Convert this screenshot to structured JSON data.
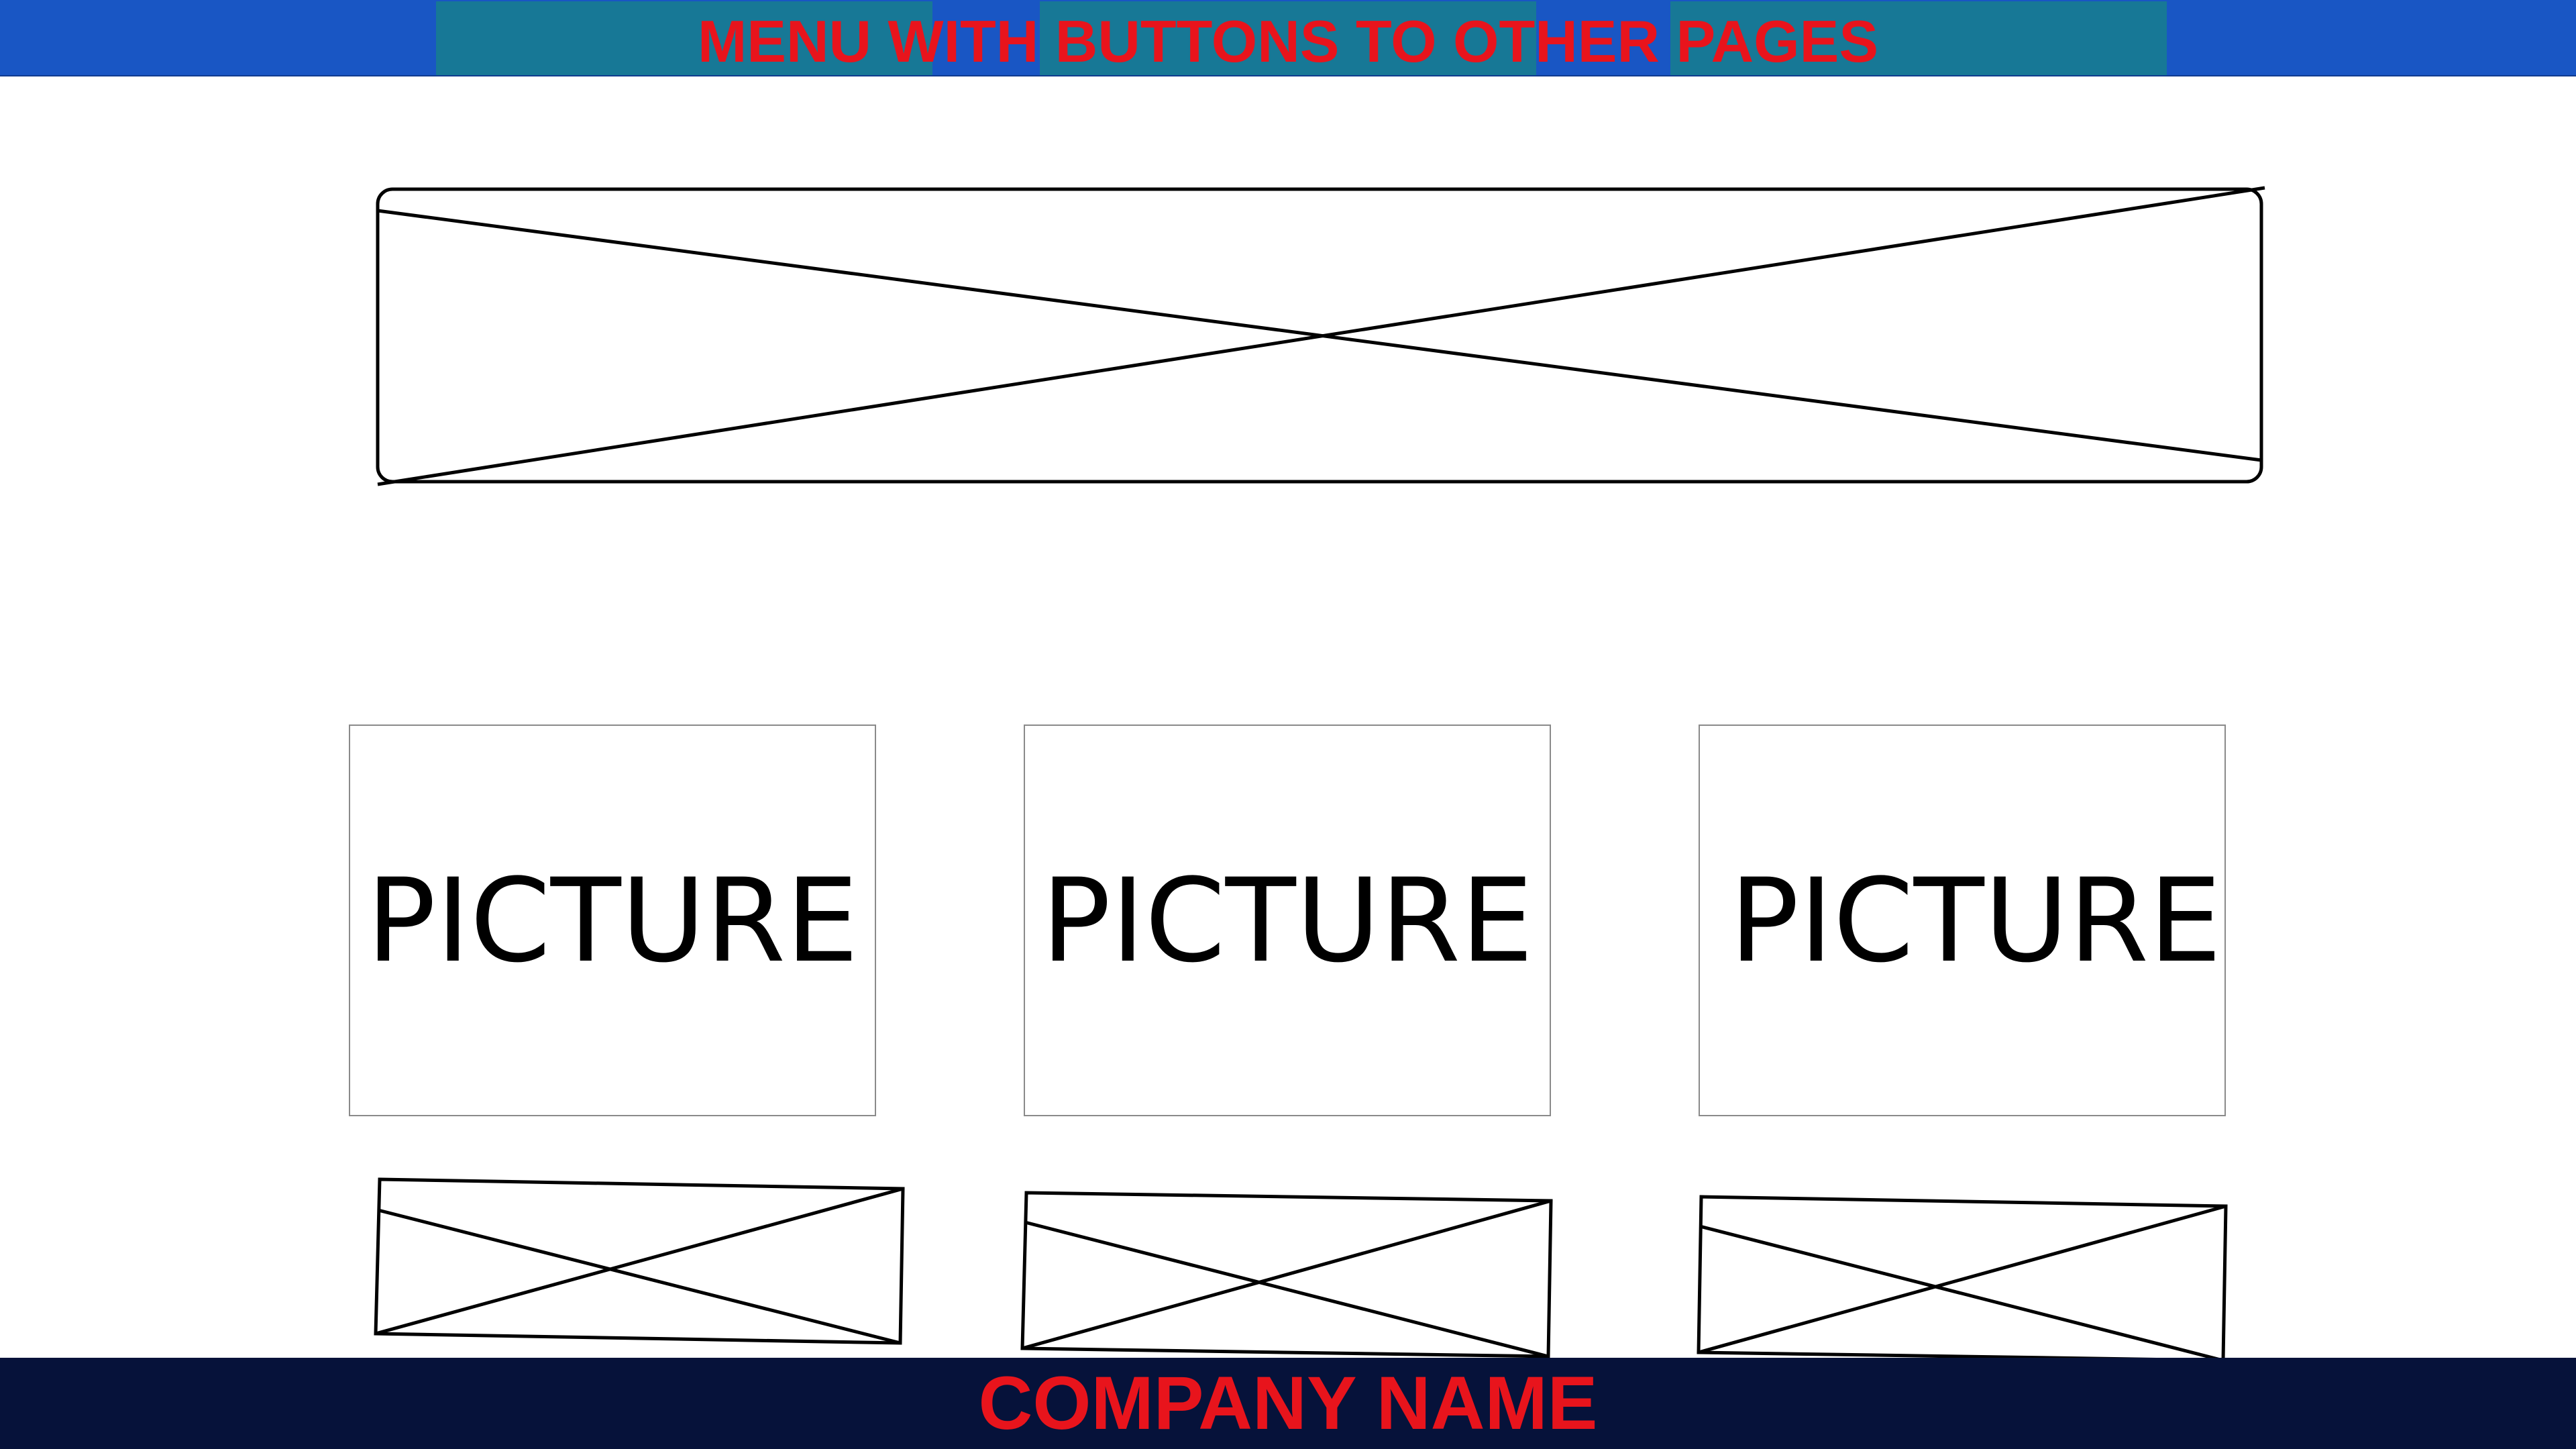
{
  "header": {
    "menu_label": "MENU WITH BUTTONS TO OTHER PAGES"
  },
  "banner": {
    "placeholder_icon": "image-placeholder-icon"
  },
  "pictures": [
    {
      "label": "PICTURE"
    },
    {
      "label": "PICTURE"
    },
    {
      "label": "PICTURE"
    }
  ],
  "caption_placeholders": [
    {
      "placeholder_icon": "image-placeholder-icon"
    },
    {
      "placeholder_icon": "image-placeholder-icon"
    },
    {
      "placeholder_icon": "image-placeholder-icon"
    }
  ],
  "footer": {
    "company_name": "COMPANY NAME"
  },
  "colors": {
    "menu_bar": "#1956c4",
    "menu_buttons": "#177896",
    "accent_text": "#e8141c",
    "footer_bar": "#06123a"
  }
}
